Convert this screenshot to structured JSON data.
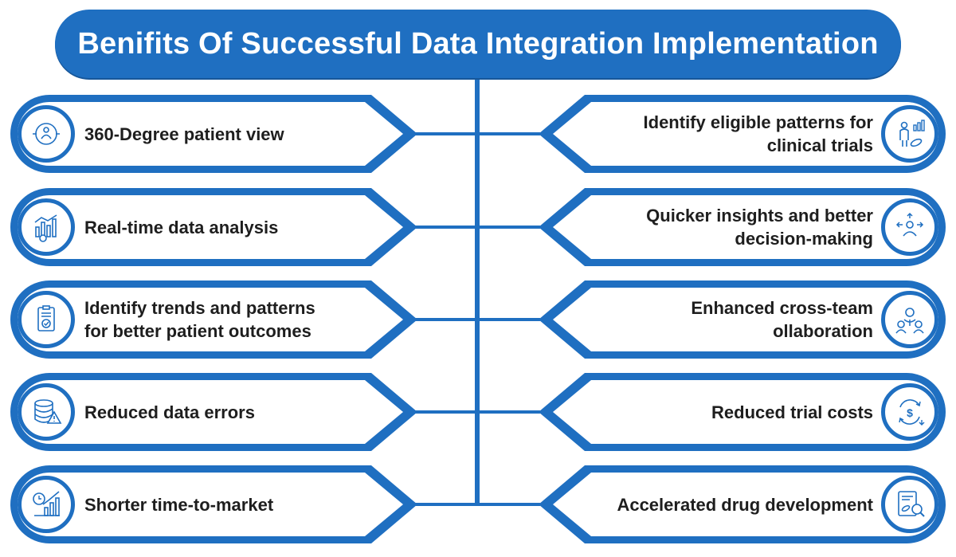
{
  "title": "Benifits Of Successful Data Integration Implementation",
  "colors": {
    "primary": "#1f6fc1",
    "text": "#1e1e1e",
    "background": "#ffffff"
  },
  "left_items": [
    {
      "label": "360-Degree patient view",
      "icon": "patient-view-icon"
    },
    {
      "label": "Real-time data analysis",
      "icon": "data-analysis-icon"
    },
    {
      "label": "Identify trends and patterns\nfor better patient outcomes",
      "icon": "report-checkmark-icon"
    },
    {
      "label": "Reduced data errors",
      "icon": "database-warning-icon"
    },
    {
      "label": "Shorter time-to-market",
      "icon": "growth-chart-clock-icon"
    }
  ],
  "right_items": [
    {
      "label": "Identify eligible patterns for\nclinical trials",
      "icon": "clinical-trial-icon"
    },
    {
      "label": "Quicker insights and better\ndecision-making",
      "icon": "decision-making-icon"
    },
    {
      "label": "Enhanced cross-team \nollaboration",
      "icon": "team-collaboration-icon"
    },
    {
      "label": "Reduced trial costs",
      "icon": "cost-reduction-icon"
    },
    {
      "label": "Accelerated drug development",
      "icon": "drug-development-icon"
    }
  ]
}
